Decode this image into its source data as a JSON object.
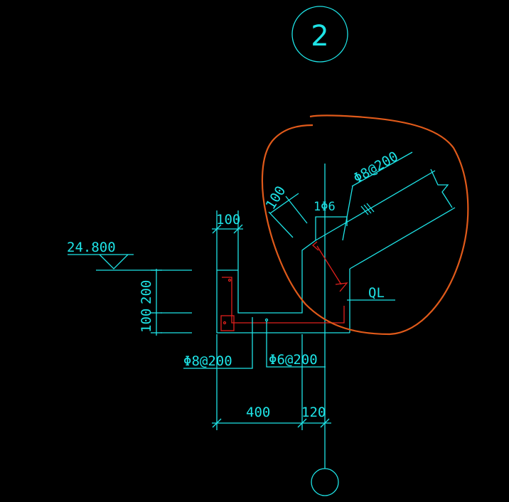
{
  "drawing": {
    "section_number": "2",
    "elevation": "24.800",
    "dims": {
      "top_width": "100",
      "height_upper": "200",
      "height_lower": "100",
      "width_400": "400",
      "width_120": "120",
      "slope_100": "100",
      "rebar_small": "1Φ6"
    },
    "rebar": {
      "bottom_left": "Φ8@200",
      "bottom_middle": "Φ6@200",
      "slope": "Φ8@200"
    },
    "beam_label": "QL",
    "colors": {
      "lines": "#1ee3e6",
      "rebar": "#e0201c",
      "highlight": "#e05a1a",
      "background": "#000000"
    }
  }
}
